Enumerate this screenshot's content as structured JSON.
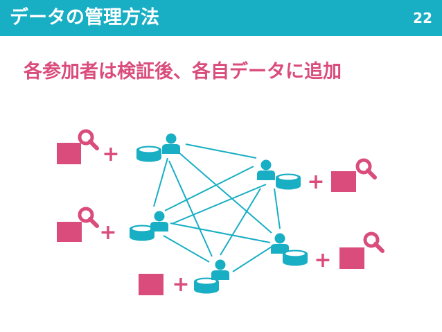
{
  "header": {
    "title": "データの管理方法",
    "page_number": "22"
  },
  "subtitle": "各参加者は検証後、各自データに追加",
  "diagram": {
    "plus_symbol": "+",
    "colors": {
      "header": "#18aec4",
      "network": "#18aec4",
      "block": "#d94c7c",
      "subtitle": "#d94c7c",
      "plus": "#d94c7c"
    },
    "nodes": [
      {
        "id": "node-1",
        "icons": [
          "user-icon",
          "database-icon"
        ],
        "attachment": [
          "block-icon",
          "magnifier-icon",
          "plus"
        ]
      },
      {
        "id": "node-2",
        "icons": [
          "user-icon",
          "database-icon"
        ],
        "attachment": [
          "plus",
          "block-icon",
          "magnifier-icon"
        ]
      },
      {
        "id": "node-3",
        "icons": [
          "user-icon",
          "database-icon"
        ],
        "attachment": [
          "block-icon",
          "magnifier-icon",
          "plus"
        ]
      },
      {
        "id": "node-4",
        "icons": [
          "user-icon",
          "database-icon"
        ],
        "attachment": [
          "plus",
          "block-icon",
          "magnifier-icon"
        ]
      },
      {
        "id": "node-5",
        "icons": [
          "user-icon",
          "database-icon"
        ],
        "attachment": [
          "block-icon",
          "plus"
        ]
      }
    ]
  }
}
